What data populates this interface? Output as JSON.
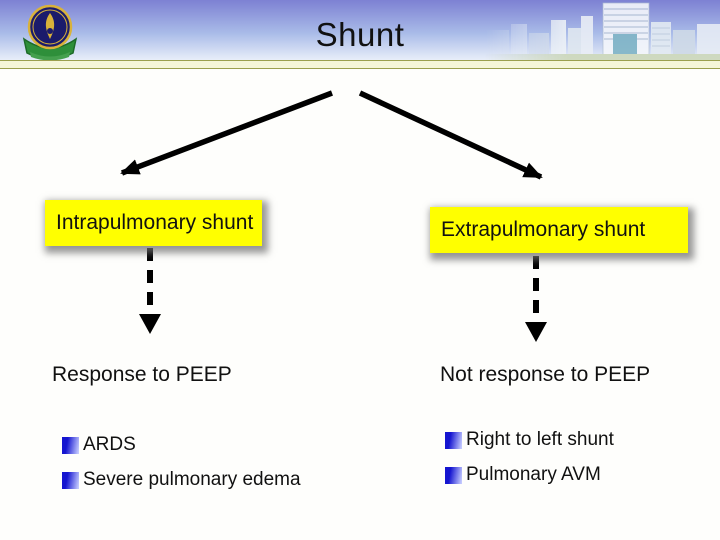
{
  "slide": {
    "header": {
      "title": "Shunt",
      "logo": "university-emblem",
      "decoration": "campus-buildings-photo"
    },
    "diagram": {
      "root_label": "Shunt",
      "left_branch": {
        "box_label": "Intrapulmonary shunt",
        "response": "Response to PEEP",
        "items": [
          "ARDS",
          "Severe pulmonary edema"
        ]
      },
      "right_branch": {
        "box_label": "Extrapulmonary shunt",
        "response": "Not response to PEEP",
        "items": [
          "Right to left shunt",
          "Pulmonary AVM"
        ]
      }
    },
    "colors": {
      "box_background": "#ffff00",
      "arrow": "#000000",
      "bullet_dark": "#1515d0",
      "bullet_light": "#c3c9ff",
      "header_gradient_top": "#7d81d3",
      "header_gradient_mid": "#a9bbe8",
      "header_gradient_bottom": "#e8eef9",
      "divider_olive": "#9aa04e",
      "divider_pale": "#f4f6d8",
      "text": "#111111"
    }
  }
}
